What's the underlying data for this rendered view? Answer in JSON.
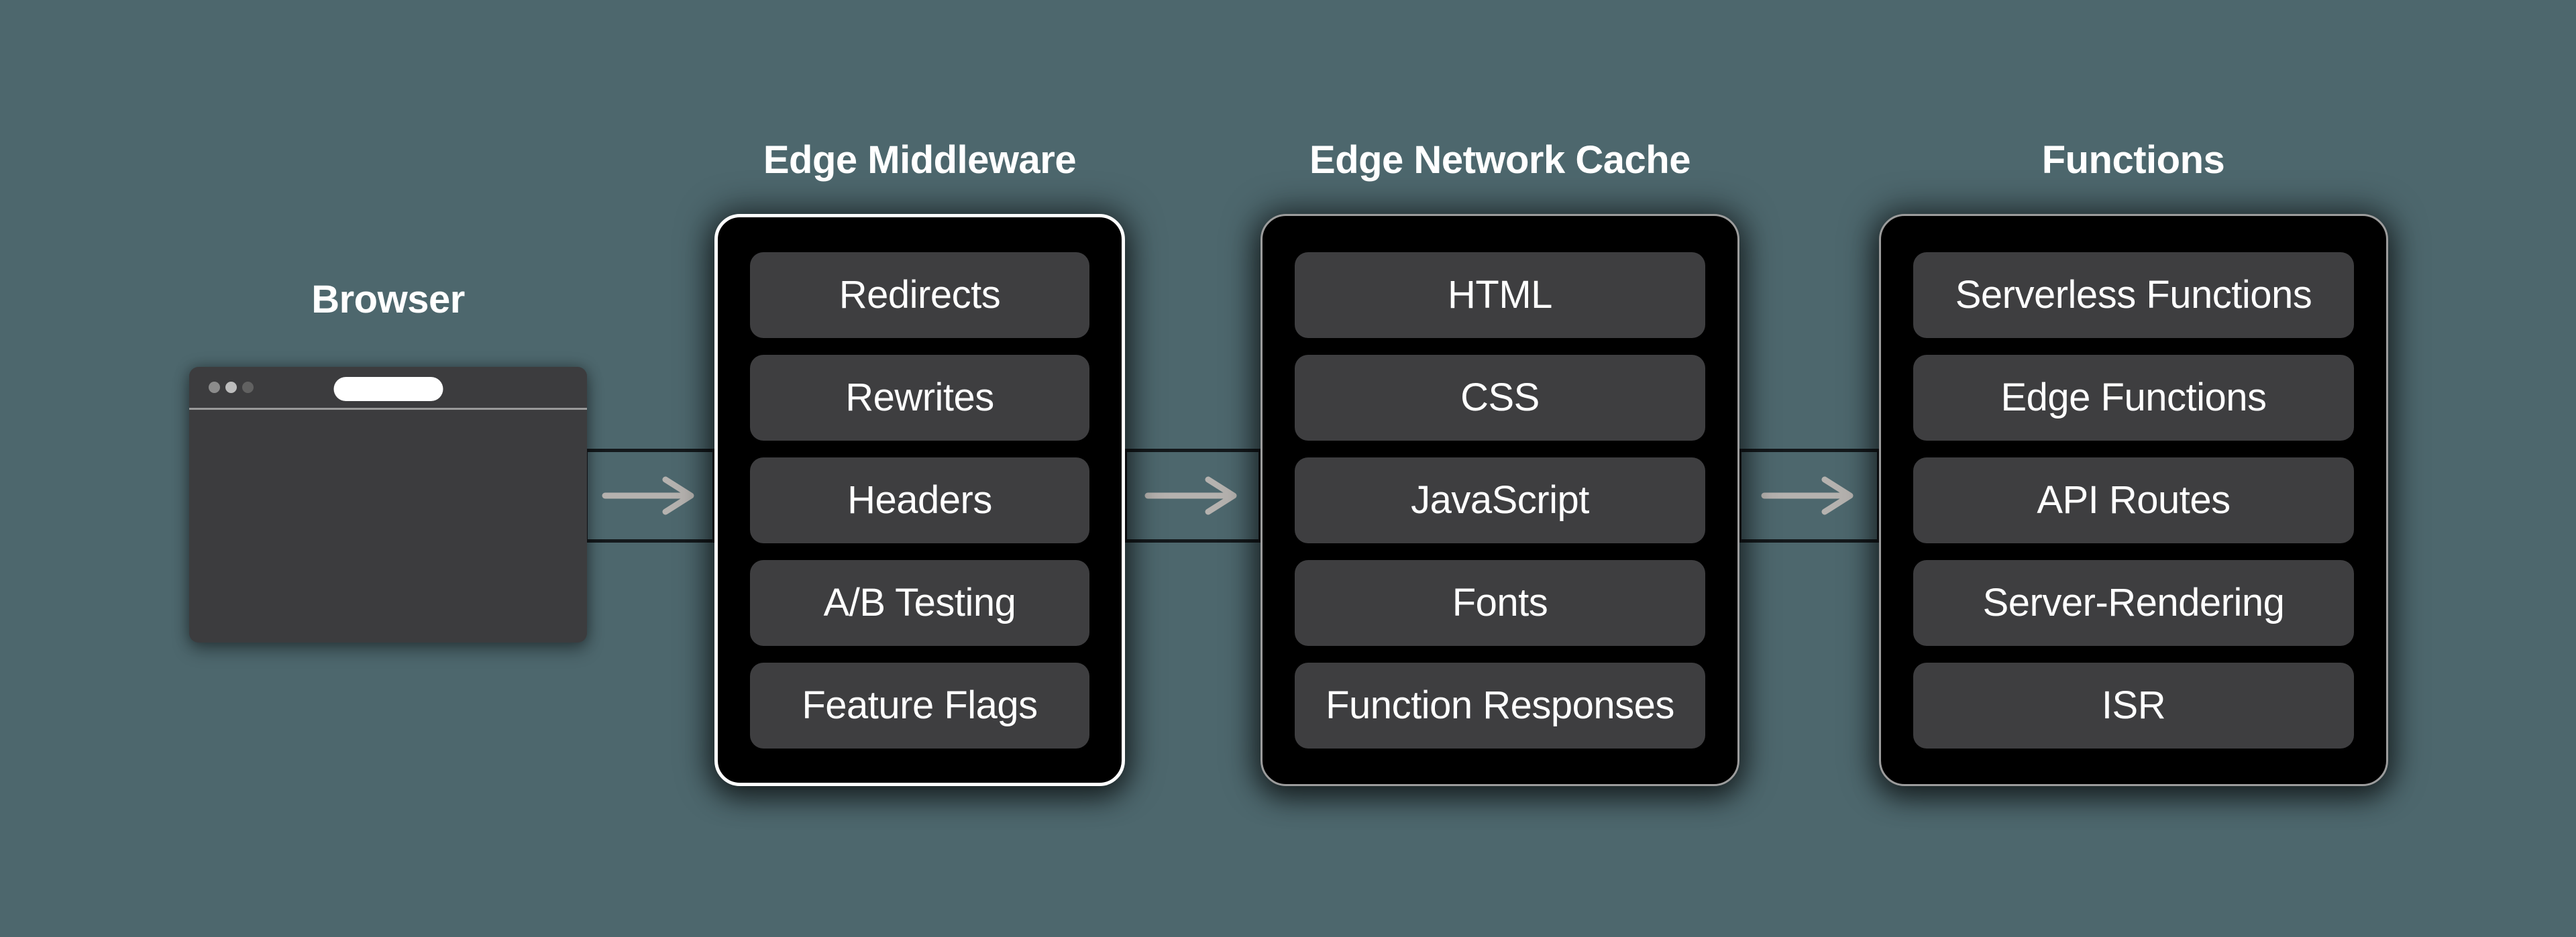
{
  "background": "#4d676d",
  "browser": {
    "title": "Browser",
    "window": {
      "traffic_light_colors": [
        "#8c8c8c",
        "#bdbdbd",
        "#616161"
      ],
      "address_bar_value": "",
      "body_color": "#3c3c3e",
      "separator_color": "#9a9a9a"
    }
  },
  "columns": [
    {
      "title": "Edge Middleware",
      "highlighted": true,
      "border_color": "#ffffff",
      "items": [
        "Redirects",
        "Rewrites",
        "Headers",
        "A/B Testing",
        "Feature Flags"
      ]
    },
    {
      "title": "Edge Network Cache",
      "highlighted": false,
      "border_color": "#9c9c9c",
      "items": [
        "HTML",
        "CSS",
        "JavaScript",
        "Fonts",
        "Function Responses"
      ]
    },
    {
      "title": "Functions",
      "highlighted": false,
      "border_color": "#9c9c9c",
      "items": [
        "Serverless Functions",
        "Edge Functions",
        "API Routes",
        "Server-Rendering",
        "ISR"
      ]
    }
  ],
  "connectors": [
    {
      "icon": "arrow-right"
    },
    {
      "icon": "arrow-right"
    },
    {
      "icon": "arrow-right"
    }
  ],
  "colors": {
    "panel_background": "#000000",
    "item_background": "#3e3e40",
    "item_text": "#ffffff",
    "title_text": "#ffffff",
    "arrow": "#b5b2af",
    "connector_border": "#14191c"
  }
}
